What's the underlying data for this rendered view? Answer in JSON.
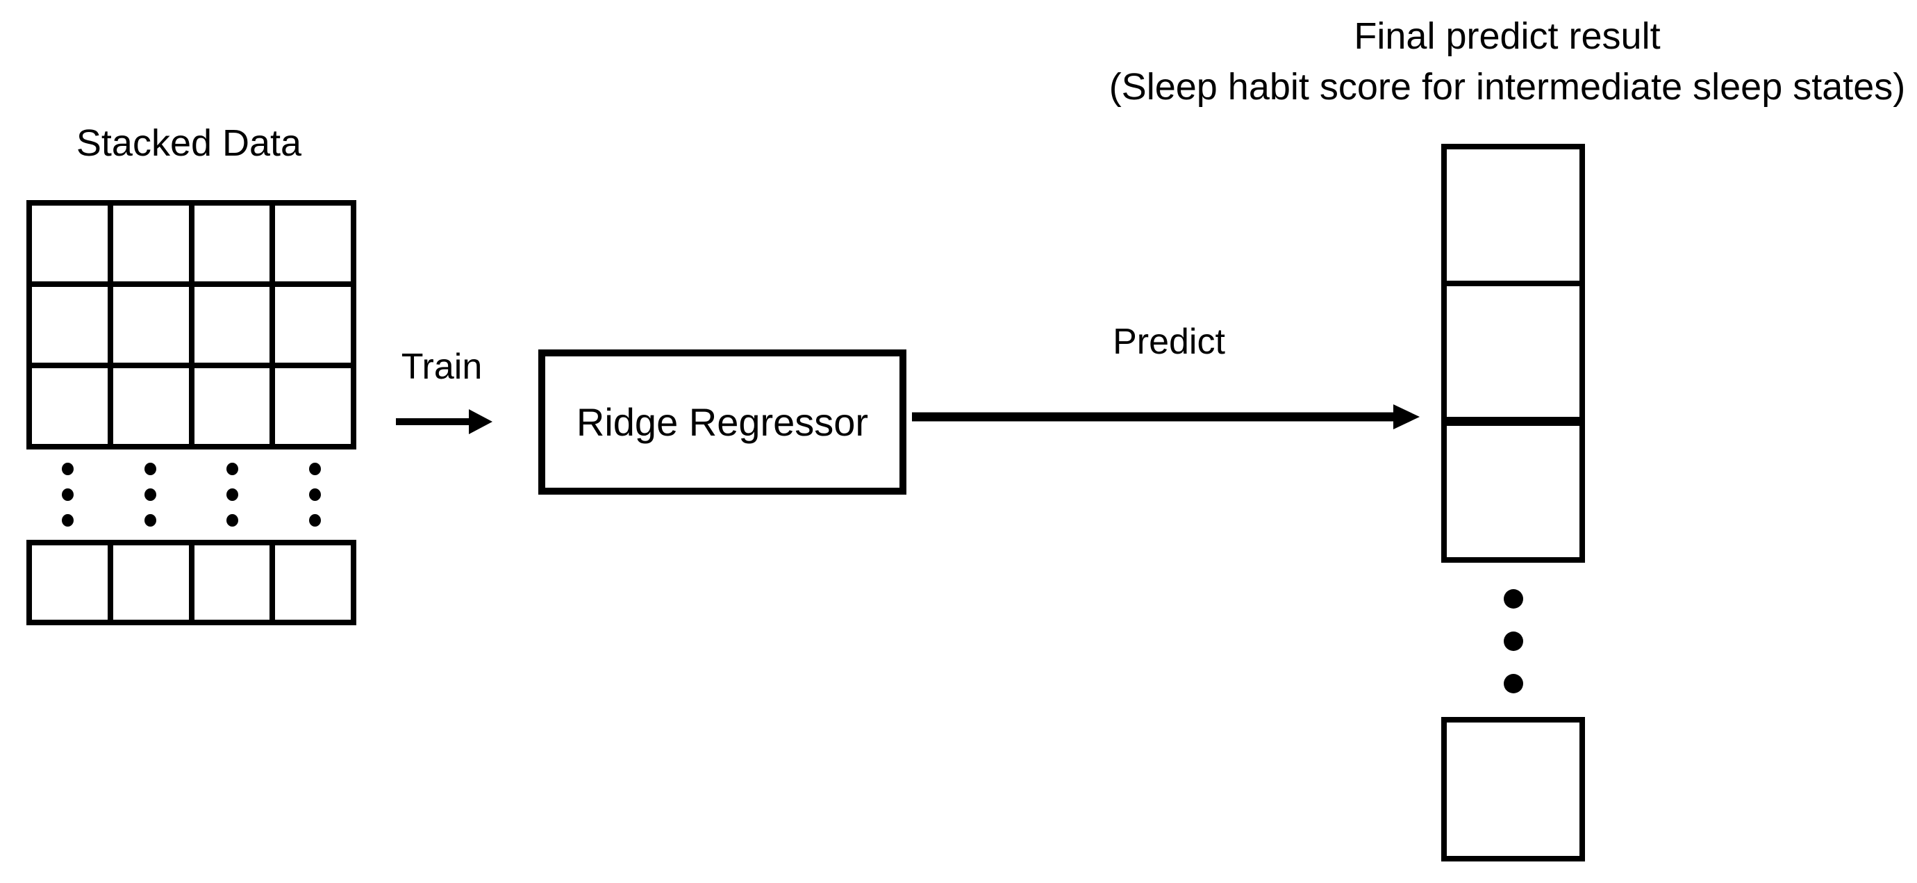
{
  "title": {
    "line1": "Final predict result",
    "line2": "(Sleep habit score for intermediate sleep states)"
  },
  "stacked": {
    "label": "Stacked Data",
    "grid": {
      "rows": 3,
      "cols": 4,
      "cells": 12
    },
    "bottom_row": {
      "rows": 1,
      "cols": 4,
      "cells": 4
    },
    "ellipsis_columns": 4,
    "dots_per_column": 3
  },
  "train": {
    "label": "Train"
  },
  "model": {
    "label": "Ridge Regressor"
  },
  "predict": {
    "label": "Predict"
  },
  "result": {
    "column_cells": 3,
    "dots": 3,
    "final_square_cells": 1,
    "arrow_points_at": "divider above third cell"
  },
  "colors": {
    "ink": "#000000",
    "background": "#ffffff"
  }
}
